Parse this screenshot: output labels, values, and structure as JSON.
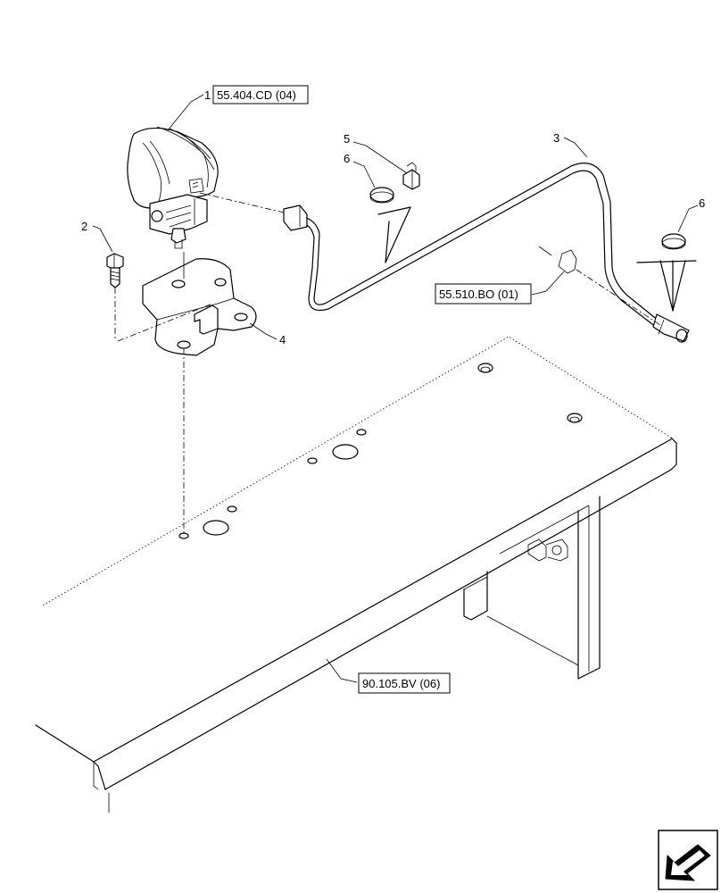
{
  "callouts": {
    "c1": "1",
    "c2": "2",
    "c3": "3",
    "c4": "4",
    "c5": "5",
    "c6a": "6",
    "c6b": "6"
  },
  "references": {
    "lamp_ref": "55.404.CD (04)",
    "harness_ref": "55.510.BO (01)",
    "frame_ref": "90.105.BV (06)"
  },
  "icons": {
    "nav": "next-page-arrow-icon",
    "cut_marks": "section-break-icon"
  }
}
